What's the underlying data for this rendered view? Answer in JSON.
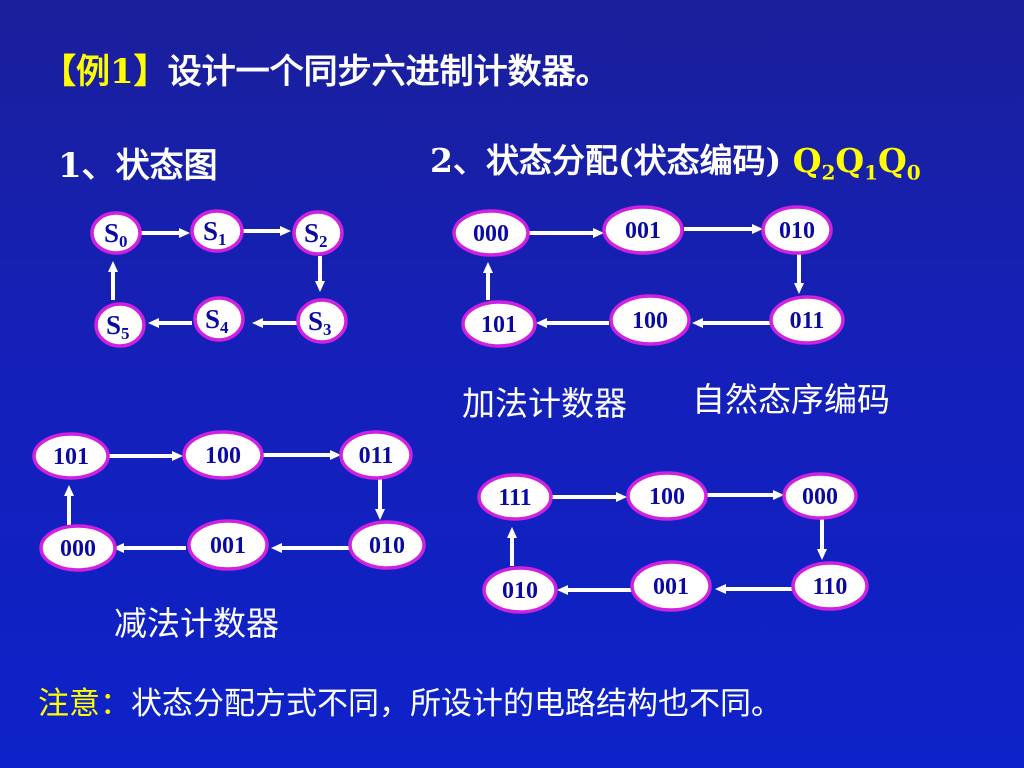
{
  "title": {
    "example_tag": "【例1】",
    "text": "设计一个同步六进制计数器。"
  },
  "section1": {
    "label": "1、状态图"
  },
  "section2": {
    "label": "2、状态分配(状态编码)",
    "q_label": [
      "Q",
      "2",
      "Q",
      "1",
      "Q",
      "0"
    ]
  },
  "diagrams": {
    "state": {
      "nodes": [
        {
          "base": "S",
          "sub": "0"
        },
        {
          "base": "S",
          "sub": "1"
        },
        {
          "base": "S",
          "sub": "2"
        },
        {
          "base": "S",
          "sub": "3"
        },
        {
          "base": "S",
          "sub": "4"
        },
        {
          "base": "S",
          "sub": "5"
        }
      ]
    },
    "up": {
      "nodes": [
        "000",
        "001",
        "010",
        "011",
        "100",
        "101"
      ],
      "caption_a": "加法计数器",
      "caption_b": "自然态序编码"
    },
    "down": {
      "nodes": [
        "101",
        "100",
        "011",
        "010",
        "001",
        "000"
      ],
      "caption": "减法计数器"
    },
    "other": {
      "nodes": [
        "111",
        "100",
        "000",
        "110",
        "001",
        "010"
      ]
    }
  },
  "note": {
    "label": "注意：",
    "text": "状态分配方式不同，所设计的电路结构也不同。"
  },
  "colors": {
    "background": "#1520b8",
    "highlight": "#ffff00",
    "node_fill": "#ffffff",
    "node_border": "#d020e0",
    "node_text": "#0a0aa0"
  }
}
